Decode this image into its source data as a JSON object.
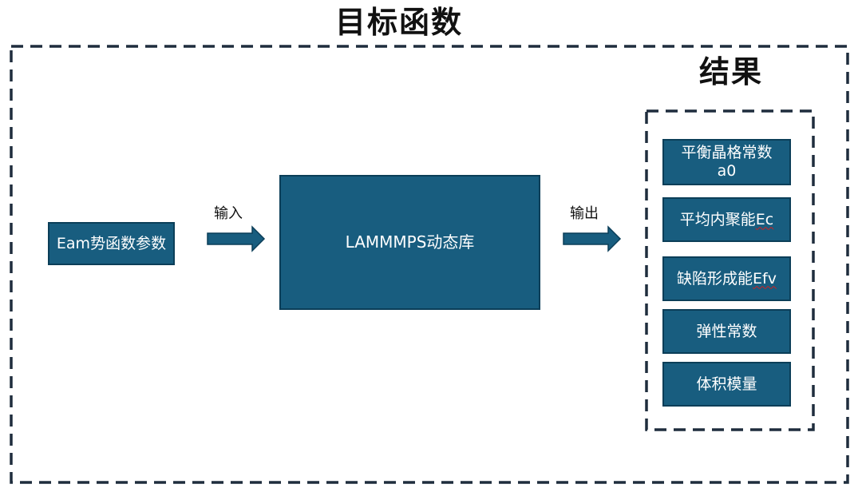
{
  "title": "目标函数",
  "results_title": "结果",
  "input_box": {
    "label": "Eam势函数参数"
  },
  "input_arrow": {
    "label": "输入"
  },
  "core_box": {
    "label": "LAMMMPS动态库"
  },
  "output_arrow": {
    "label": "输出"
  },
  "results": {
    "a0": {
      "label": "平衡晶格常数\na0"
    },
    "ec": {
      "prefix": "平均内聚能",
      "suffix": "Ec"
    },
    "efv": {
      "prefix": "缺陷形成能",
      "suffix": "Efv"
    },
    "elastic": {
      "label": "弹性常数"
    },
    "bulk": {
      "label": "体积模量"
    }
  },
  "colors": {
    "box_fill": "#185d7f",
    "box_border": "#0b3e58",
    "frame": "#1f2d3d",
    "arrow_fill": "#185d7f",
    "spellcheck_underline": "#d21f1f"
  }
}
